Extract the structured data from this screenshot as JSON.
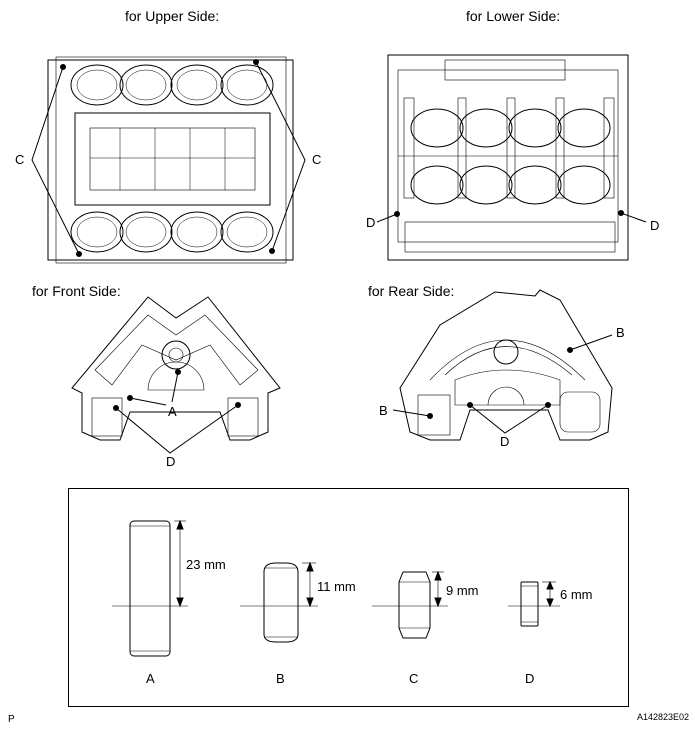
{
  "views": {
    "upper": "for Upper Side:",
    "lower": "for Lower Side:",
    "front": "for Front Side:",
    "rear": "for Rear Side:"
  },
  "callouts": {
    "A": "A",
    "B": "B",
    "C": "C",
    "D": "D"
  },
  "pins": [
    {
      "id": "A",
      "length": "23 mm"
    },
    {
      "id": "B",
      "length": "11 mm"
    },
    {
      "id": "C",
      "length": "9 mm"
    },
    {
      "id": "D",
      "length": "6 mm"
    }
  ],
  "footer": {
    "left_mark": "P",
    "figure_code": "A142823E02"
  }
}
